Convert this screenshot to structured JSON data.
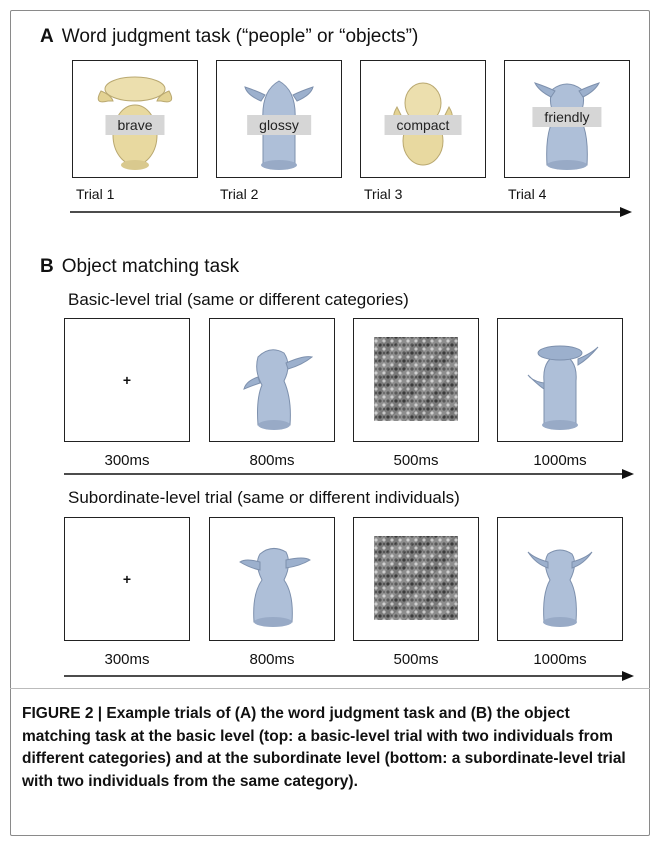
{
  "panel_a": {
    "letter": "A",
    "title": "Word judgment task (“people” or “objects”)",
    "frames": [
      {
        "word": "brave",
        "trial": "Trial 1",
        "object_color": "#e8d9a0"
      },
      {
        "word": "glossy",
        "trial": "Trial 2",
        "object_color": "#aebfd8"
      },
      {
        "word": "compact",
        "trial": "Trial 3",
        "object_color": "#e8d9a0"
      },
      {
        "word": "friendly",
        "trial": "Trial 4",
        "object_color": "#aebfd8"
      }
    ]
  },
  "panel_b": {
    "letter": "B",
    "title": "Object matching task",
    "rows": [
      {
        "subtitle": "Basic-level trial (same or different categories)",
        "frames": [
          {
            "content": "fixation",
            "symbol": "+",
            "duration": "300ms"
          },
          {
            "content": "object",
            "duration": "800ms"
          },
          {
            "content": "mask",
            "duration": "500ms"
          },
          {
            "content": "object",
            "duration": "1000ms"
          }
        ]
      },
      {
        "subtitle": "Subordinate-level trial (same or different individuals)",
        "frames": [
          {
            "content": "fixation",
            "symbol": "+",
            "duration": "300ms"
          },
          {
            "content": "object",
            "duration": "800ms"
          },
          {
            "content": "mask",
            "duration": "500ms"
          },
          {
            "content": "object",
            "duration": "1000ms"
          }
        ]
      }
    ]
  },
  "caption": "FIGURE 2 | Example trials of (A) the word judgment task and (B) the object matching task at the basic level (top: a basic-level trial with two individuals from different categories) and at the subordinate level (bottom: a subordinate-level trial with two individuals from the same category).",
  "colors": {
    "yellow_object": "#e8d9a0",
    "blue_object": "#aebfd8",
    "frame_border": "#222222",
    "label_bg": "#d6d6d6"
  }
}
